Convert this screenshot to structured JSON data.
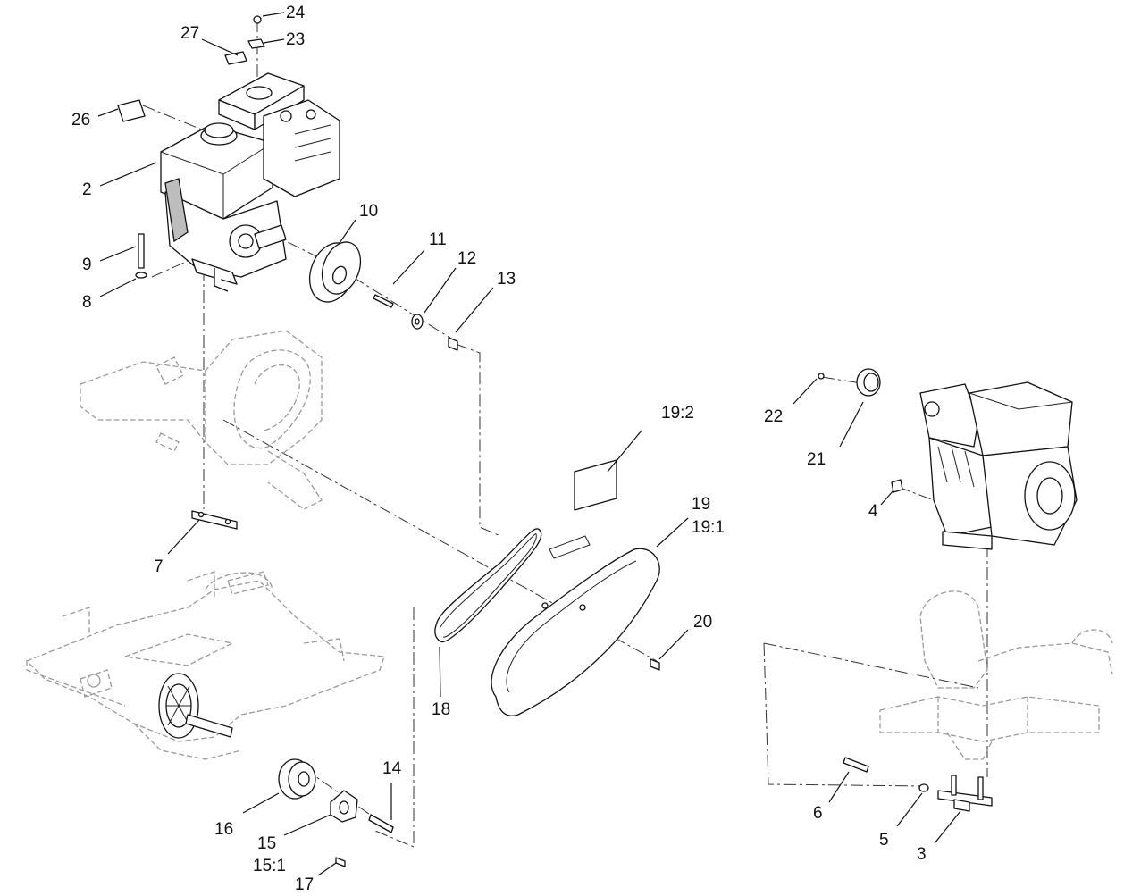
{
  "callouts": {
    "c24": "24",
    "c27": "27",
    "c23": "23",
    "c26": "26",
    "c2": "2",
    "c10": "10",
    "c11": "11",
    "c12": "12",
    "c13": "13",
    "c9": "9",
    "c8": "8",
    "c7": "7",
    "c19_2": "19:2",
    "c19": "19",
    "c19_1": "19:1",
    "c20": "20",
    "c18": "18",
    "c14": "14",
    "c16": "16",
    "c15": "15",
    "c15_1": "15:1",
    "c17": "17",
    "c22": "22",
    "c21": "21",
    "c4": "4",
    "c6": "6",
    "c5": "5",
    "c3": "3"
  }
}
